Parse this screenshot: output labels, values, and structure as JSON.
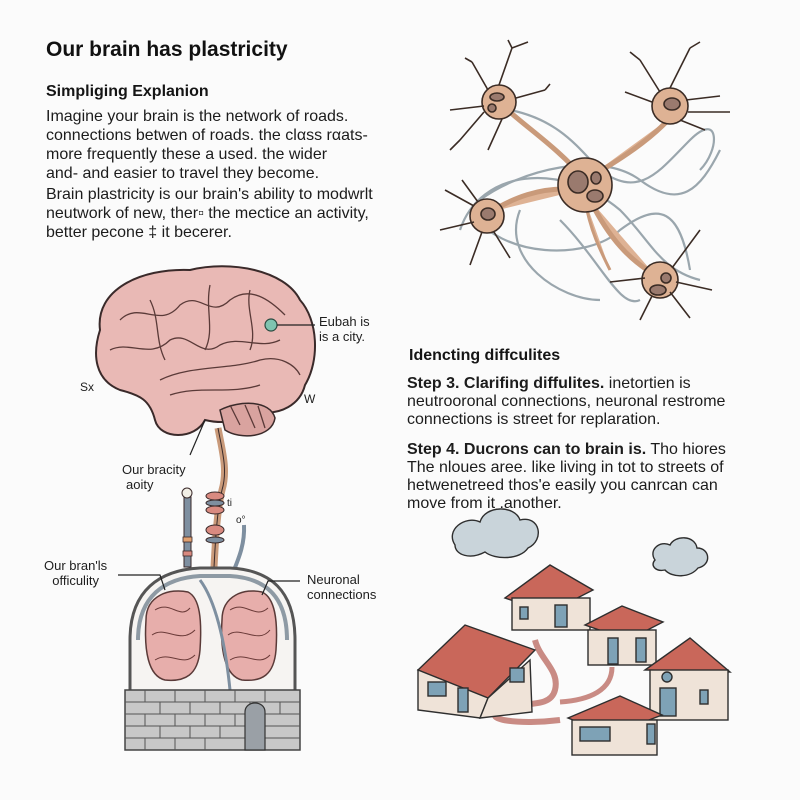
{
  "page": {
    "title": "Our brain has plastricity",
    "subtitle": "Simpliging Explanion",
    "paragraphs": [
      [
        "Imagine your brain is   the network of roads.",
        "connections betwen of roads. the clαss rαats-",
        "more frequently these a used. the wider",
        "and- and easier to travel they become."
      ],
      [
        "Brain plastricity is our brain's ability to modwrlt",
        "neutwork of new, ther▫ the mectice an  activity,",
        "better pecone ‡ it becerer."
      ]
    ]
  },
  "right_section": {
    "heading": "Idencting diffculites",
    "steps": [
      {
        "label": "Step 3. Clarifing diffulites.",
        "lines": [
          " inetortien is",
          "neutrooronal connections, neuronal restrome",
          "connections is street for replaration."
        ]
      },
      {
        "label": "Step 4. Ducrons can to brain is.",
        "lines": [
          " Tho hiores",
          "The nloues aree. like living in tot to streets of",
          "hetwenetreed thos'e easily you canrcan can",
          "move from it .another."
        ]
      }
    ]
  },
  "brain_labels": {
    "city_label": [
      "Eubah is",
      "is a city."
    ],
    "left_letter": "Sx",
    "right_letter": "W",
    "stalk_label": [
      "Our bracity",
      "aoity"
    ],
    "stalk_glyph_1": "ti",
    "stalk_glyph_2": "o°",
    "left_callout": [
      "Our bran'ls",
      "officulity"
    ],
    "right_callout": [
      "Neuronal",
      "connections"
    ],
    "city_marker_color": "#7fc4b0"
  },
  "colors": {
    "brain_fill": "#e9b9b5",
    "brain_stroke": "#3a2a2a",
    "neuron_fill": "#deb294",
    "neuron_nucleus": "#9a7a6e",
    "axon_gray": "#9aa6ad",
    "roof": "#c9675a",
    "wall": "#efe3d8",
    "window": "#7ea2b6",
    "cloud": "#c9d4da",
    "brick": "#bdbdbd"
  }
}
